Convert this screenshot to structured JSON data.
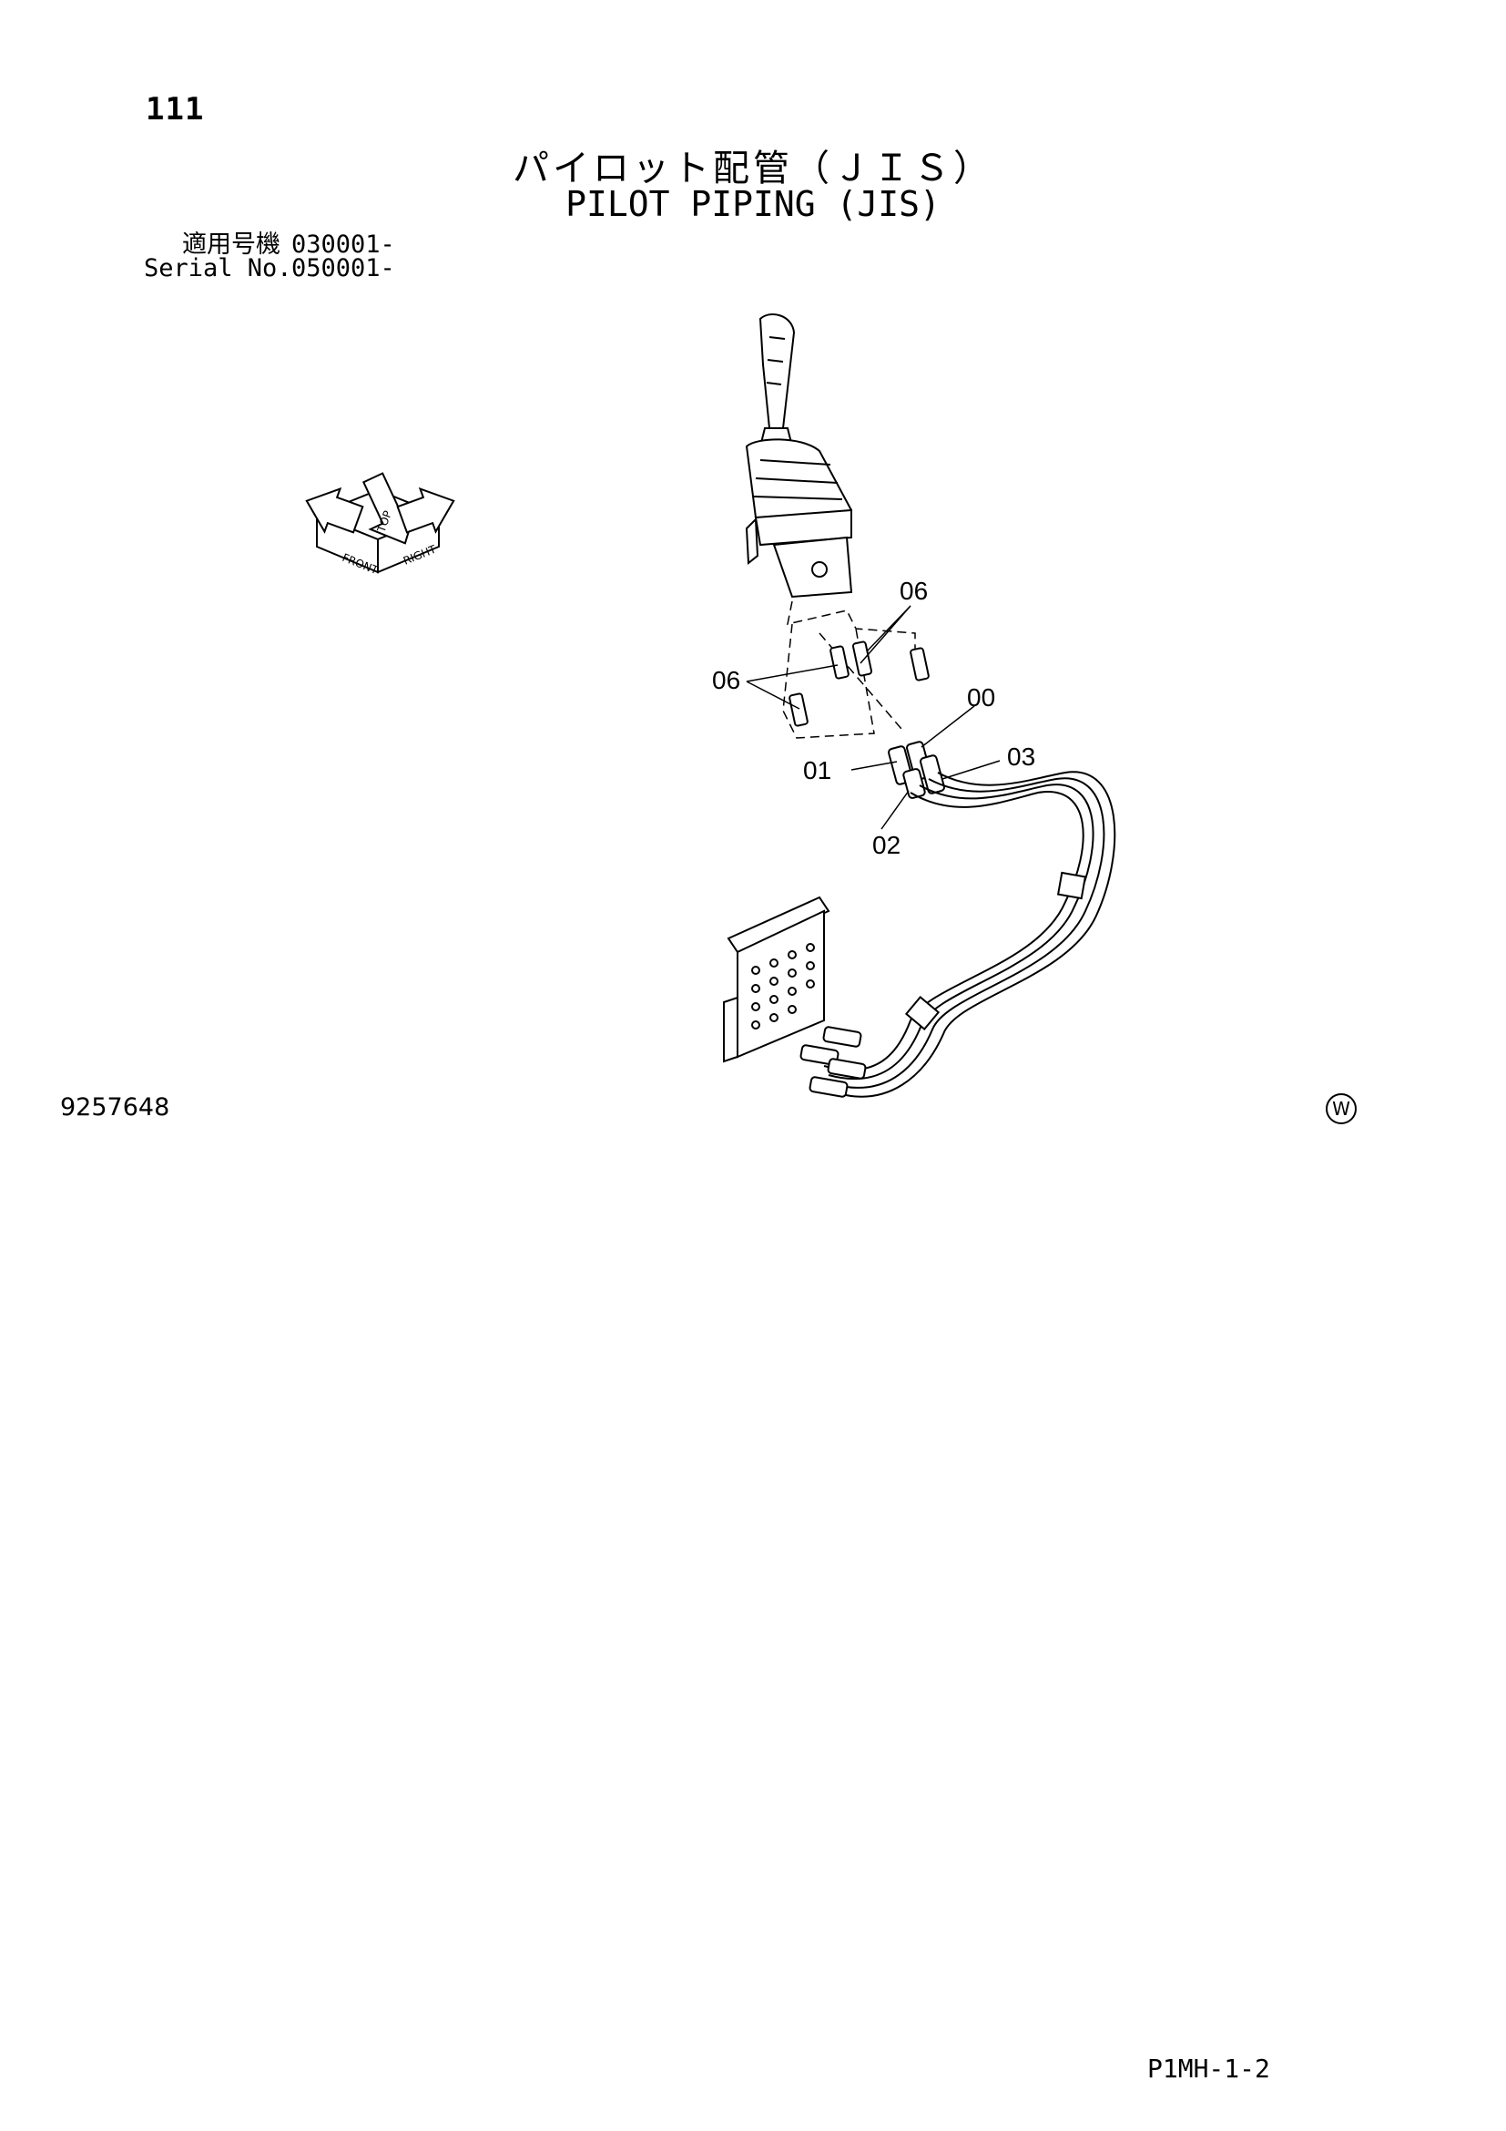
{
  "header": {
    "page_number": "111",
    "title_jp": "パイロット配管（ＪＩＳ）",
    "title_en": "PILOT PIPING (JIS)"
  },
  "applicability": {
    "jp_label": "適用号機",
    "jp_value": "030001-",
    "en_label": "Serial No.",
    "en_value": "050001-"
  },
  "orientation_icon": {
    "top": "TOP",
    "front": "FRONT",
    "right": "RIGHT"
  },
  "callouts": {
    "c06_top": "06",
    "c06_left": "06",
    "c00": "00",
    "c01": "01",
    "c02": "02",
    "c03": "03"
  },
  "footer": {
    "drawing_number": "9257648",
    "mark": "W",
    "page_code": "P1MH-1-2"
  },
  "icons": [
    "orientation-cube-icon",
    "pilot-control-lever-icon",
    "hose-assembly-icon",
    "bracket-plate-icon"
  ]
}
